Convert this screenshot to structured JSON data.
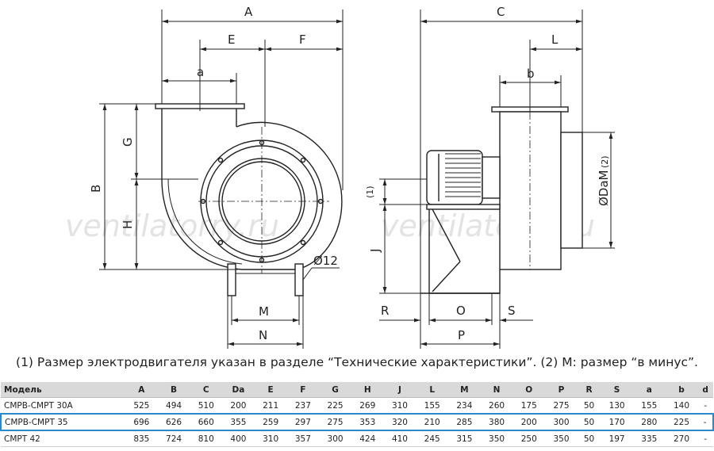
{
  "dimension_labels": {
    "A": "A",
    "E": "E",
    "F": "F",
    "a": "a",
    "B": "B",
    "G": "G",
    "H": "H",
    "M": "M",
    "N": "N",
    "d12": "Ø12",
    "C": "C",
    "L": "L",
    "b": "b",
    "note1": "(1)",
    "DaM": "ØDaM",
    "note2": "(2)",
    "J": "J",
    "R": "R",
    "O": "O",
    "S": "S",
    "P": "P"
  },
  "watermark": "ventilatorry.ru",
  "footnote": "(1) Размер электродвигателя указан в разделе “Технические характеристики”. (2) M: размер “в минус”.",
  "table": {
    "headers": [
      "Модель",
      "A",
      "B",
      "C",
      "Da",
      "E",
      "F",
      "G",
      "H",
      "J",
      "L",
      "M",
      "N",
      "O",
      "P",
      "R",
      "S",
      "a",
      "b",
      "d"
    ],
    "rows": [
      [
        "СМРВ-СМРТ 30А",
        "525",
        "494",
        "510",
        "200",
        "211",
        "237",
        "225",
        "269",
        "310",
        "155",
        "234",
        "260",
        "175",
        "275",
        "50",
        "130",
        "155",
        "140",
        "-"
      ],
      [
        "СМРВ-СМРТ 35",
        "696",
        "626",
        "660",
        "355",
        "259",
        "297",
        "275",
        "353",
        "320",
        "210",
        "285",
        "380",
        "200",
        "300",
        "50",
        "170",
        "280",
        "225",
        "-"
      ],
      [
        "СМРТ 42",
        "835",
        "724",
        "810",
        "400",
        "310",
        "357",
        "300",
        "424",
        "410",
        "245",
        "315",
        "350",
        "250",
        "350",
        "50",
        "197",
        "335",
        "270",
        "-"
      ]
    ],
    "highlight_row": 1,
    "highlight_color": "#2b8ac8"
  },
  "colors": {
    "line": "#222222",
    "header_bg": "#d9d9d9",
    "watermark": "#e6e6e6"
  }
}
